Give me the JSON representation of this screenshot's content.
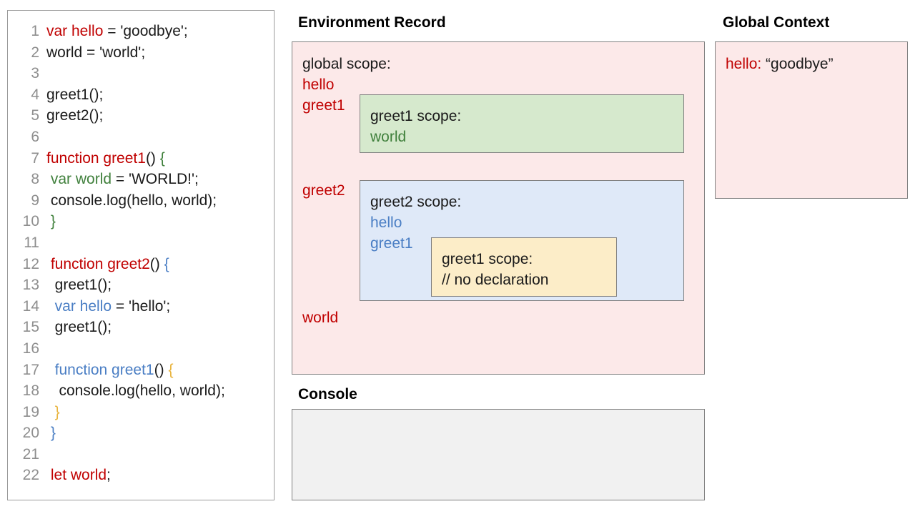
{
  "code_panel": {
    "lines": [
      {
        "n": "1",
        "tokens": [
          {
            "t": "var hello",
            "c": "red"
          },
          {
            "t": " = 'goodbye';",
            "c": "black"
          }
        ]
      },
      {
        "n": "2",
        "tokens": [
          {
            "t": "world = 'world';",
            "c": "black"
          }
        ]
      },
      {
        "n": "3",
        "tokens": [
          {
            "t": "",
            "c": "black"
          }
        ]
      },
      {
        "n": "4",
        "tokens": [
          {
            "t": "greet1();",
            "c": "black"
          }
        ]
      },
      {
        "n": "5",
        "tokens": [
          {
            "t": "greet2();",
            "c": "black"
          }
        ]
      },
      {
        "n": "6",
        "tokens": [
          {
            "t": "",
            "c": "black"
          }
        ]
      },
      {
        "n": "7",
        "tokens": [
          {
            "t": "function greet1",
            "c": "red"
          },
          {
            "t": "() ",
            "c": "black"
          },
          {
            "t": "{",
            "c": "green"
          }
        ]
      },
      {
        "n": "8",
        "tokens": [
          {
            "t": " ",
            "c": "black"
          },
          {
            "t": "var world",
            "c": "green"
          },
          {
            "t": " = 'WORLD!';",
            "c": "black"
          }
        ]
      },
      {
        "n": "9",
        "tokens": [
          {
            "t": " console.log(hello, world);",
            "c": "black"
          }
        ]
      },
      {
        "n": "10",
        "tokens": [
          {
            "t": " ",
            "c": "black"
          },
          {
            "t": "}",
            "c": "green"
          }
        ]
      },
      {
        "n": "11",
        "tokens": [
          {
            "t": "",
            "c": "black"
          }
        ]
      },
      {
        "n": "12",
        "tokens": [
          {
            "t": " ",
            "c": "black"
          },
          {
            "t": "function greet2",
            "c": "red"
          },
          {
            "t": "() ",
            "c": "black"
          },
          {
            "t": "{",
            "c": "blue"
          }
        ]
      },
      {
        "n": "13",
        "tokens": [
          {
            "t": "  greet1();",
            "c": "black"
          }
        ]
      },
      {
        "n": "14",
        "tokens": [
          {
            "t": "  ",
            "c": "black"
          },
          {
            "t": "var hello",
            "c": "blue"
          },
          {
            "t": " = 'hello';",
            "c": "black"
          }
        ]
      },
      {
        "n": "15",
        "tokens": [
          {
            "t": "  greet1();",
            "c": "black"
          }
        ]
      },
      {
        "n": "16",
        "tokens": [
          {
            "t": "",
            "c": "black"
          }
        ]
      },
      {
        "n": "17",
        "tokens": [
          {
            "t": "  ",
            "c": "black"
          },
          {
            "t": "function greet1",
            "c": "blue"
          },
          {
            "t": "() ",
            "c": "black"
          },
          {
            "t": "{",
            "c": "yellow"
          }
        ]
      },
      {
        "n": "18",
        "tokens": [
          {
            "t": "   console.log(hello, world);",
            "c": "black"
          }
        ]
      },
      {
        "n": "19",
        "tokens": [
          {
            "t": "  ",
            "c": "black"
          },
          {
            "t": "}",
            "c": "yellow"
          }
        ]
      },
      {
        "n": "20",
        "tokens": [
          {
            "t": " ",
            "c": "black"
          },
          {
            "t": "}",
            "c": "blue"
          }
        ]
      },
      {
        "n": "21",
        "tokens": [
          {
            "t": "",
            "c": "black"
          }
        ]
      },
      {
        "n": "22",
        "tokens": [
          {
            "t": " ",
            "c": "black"
          },
          {
            "t": "let world",
            "c": "red"
          },
          {
            "t": ";",
            "c": "black"
          }
        ]
      }
    ]
  },
  "environment_record": {
    "title": "Environment Record",
    "global_scope": {
      "heading": "global scope:",
      "vars": [
        "hello",
        "greet1",
        "greet2",
        "world"
      ]
    },
    "greet1_scope": {
      "heading": "greet1 scope:",
      "vars": [
        "world"
      ]
    },
    "greet2_scope": {
      "heading": "greet2 scope:",
      "vars": [
        "hello",
        "greet1"
      ]
    },
    "greet1_inner_scope": {
      "heading": "greet1 scope:",
      "note": "// no declaration"
    }
  },
  "console": {
    "title": "Console",
    "output": ""
  },
  "global_context": {
    "title": "Global Context",
    "entries": [
      {
        "key": "hello:",
        "value": " “goodbye”"
      }
    ]
  },
  "colors": {
    "red": "#c00000",
    "green": "#40803c",
    "blue": "#4a7ec4",
    "yellow": "#e8b33c",
    "pink_panel": "#fce9e9",
    "green_panel": "#d6e9cd",
    "blue_panel": "#dfe9f8",
    "yellow_panel": "#fcedc8",
    "console_panel": "#f1f1f1",
    "border": "#808080",
    "line_number": "#8e8e8e"
  }
}
